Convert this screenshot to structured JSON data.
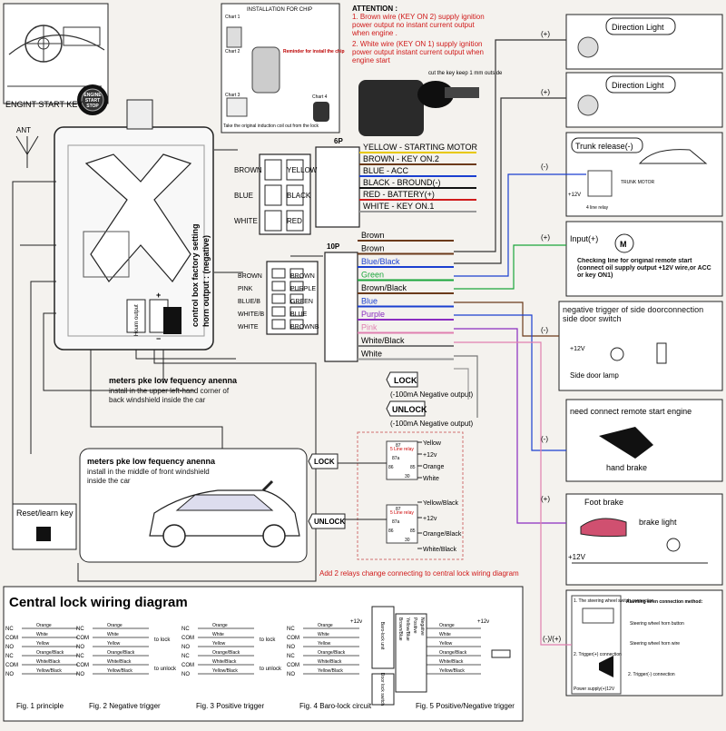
{
  "top_left": {
    "engine_start_key": "ENGINT START KEY",
    "button_line1": "ENGINE",
    "button_line2": "START",
    "button_line3": "STOP",
    "antenna": "ANT"
  },
  "control_box": {
    "factory_line1": "control box factory setting",
    "factory_line2": "horn output : (negative)",
    "horn_output": "Hourn output",
    "plus": "+",
    "minus": "−"
  },
  "chip": {
    "title": "INSTALLATION FOR CHIP",
    "chart1": "Chart 1",
    "chart2": "Chart 2",
    "chart3": "Chart 3",
    "chart4": "Chart 4",
    "reminder": "Reminder for install the chip",
    "note_bottom": "Take the original induction coil out from the lock"
  },
  "attention": {
    "title": "ATTENTION :",
    "n1": "1. Brown wire (KEY ON 2) supply ignition power output no instant current output when engine .",
    "n2": "2. White wire (KEY ON 1) supply ignition power output instant current output when engine start",
    "cut_key": "cut the key keep 1 mm outside"
  },
  "connector6": {
    "label": "6P",
    "left_labels": [
      "BROWN",
      "BLUE",
      "WHITE"
    ],
    "right_labels": [
      "YELLOW",
      "BLACK",
      "RED"
    ],
    "wires": [
      {
        "label": "YELLOW - STARTING MOTOR",
        "color": "#e8c800"
      },
      {
        "label": "BROWN - KEY ON.2",
        "color": "#6b3a1a"
      },
      {
        "label": "BLUE - ACC",
        "color": "#1a3fd0"
      },
      {
        "label": "BLACK - BROUND(-)",
        "color": "#111111"
      },
      {
        "label": "RED - BATTERY(+)",
        "color": "#d01a1a"
      },
      {
        "label": "WHITE - KEY ON.1",
        "color": "#999999"
      }
    ]
  },
  "connector10": {
    "label": "10P",
    "left_labels": [
      "BROWN",
      "PINK",
      "BLUE/B",
      "WHITE/B",
      "WHITE"
    ],
    "right_labels": [
      "BROWN",
      "PURPLE",
      "GREEN",
      "BLUE",
      "BROWNB"
    ],
    "wires": [
      {
        "label": "Brown",
        "color": "#6b3a1a"
      },
      {
        "label": "Brown",
        "color": "#6b3a1a"
      },
      {
        "label": "Blue/Black",
        "color": "#1a3fd0"
      },
      {
        "label": "Green",
        "color": "#1aa53a"
      },
      {
        "label": "Brown/Black",
        "color": "#6b3a1a"
      },
      {
        "label": "Blue",
        "color": "#1a3fd0"
      },
      {
        "label": "Purple",
        "color": "#8a2cc0"
      },
      {
        "label": "Pink",
        "color": "#e080b0"
      },
      {
        "label": "White/Black",
        "color": "#777777"
      },
      {
        "label": "White",
        "color": "#999999"
      }
    ]
  },
  "lock_unlock": {
    "lock": "LOCK",
    "lock_note": "(-100mA Negative output)",
    "unlock": "UNLOCK",
    "unlock_note": "(-100mA Negative output)"
  },
  "antenna_notes": {
    "a1_title": "meters pke low fequency anenna",
    "a1_body": "install in the upper left-hand corner of back windshield inside the car",
    "a2_title": "meters pke low fequency anenna",
    "a2_body": "install in the middle of front windshield inside the car"
  },
  "reset_key": "Reset/learn key",
  "relay_box": {
    "lock": "LOCK",
    "unlock": "UNLOCK",
    "relay_name": "5 Line relay",
    "upper": [
      "87",
      "87a",
      "86",
      "85",
      "30"
    ],
    "upper_out": [
      "Yellow",
      "+12v",
      "Orange",
      "White"
    ],
    "lower_out": [
      "Yellow/Black",
      "+12v",
      "Orange/Black",
      "White/Black"
    ],
    "caption": "Add 2 relays change connecting to central lock wiring diagram"
  },
  "right_panels": {
    "direction1": "Direction Light",
    "direction2": "Direction Light",
    "trunk": "Trunk release(-)",
    "trunk_relay": "4 line relay",
    "trunk_motor": "TRUNK MOTOR",
    "trunk_12v": "+12V",
    "input": "Input(+)",
    "input_note": "Checking line for original remote start (connect oil supply output +12V wire,or ACC or key ON1)",
    "door_title": "negative trigger of side doorconnection side door switch",
    "door_lamp": "Side door lamp",
    "door_12v": "+12V",
    "engine_title": "need connect remote start engine",
    "hand_brake": "hand brake",
    "foot_brake": "Foot brake",
    "brake_light": "brake light",
    "brake_12v": "+12V",
    "plus_sign": "(+)",
    "minus_sign": "(-)",
    "plus_minus": "(-)/(+)"
  },
  "siren": {
    "title": "Alarming siren connection method:",
    "s1": "1. The steering wheel switch connection",
    "s1_btn": "Steering wheel horn button",
    "s1_wire": "Steering wheel horn wire",
    "s2": "2. Trigger(+) connection",
    "s2b": "2. Trigger(-) connection",
    "power": "Power supply(+)12V"
  },
  "central_lock": {
    "title": "Central lock wiring diagram",
    "pins": [
      "NC",
      "COM",
      "NO",
      "NC",
      "COM",
      "NO"
    ],
    "wires": [
      "Orange",
      "White",
      "Yellow",
      "Orange/Black",
      "White/Black",
      "Yellow/Black"
    ],
    "to_lock": "to lock",
    "to_unlock": "to unlock",
    "plus12": "+12v",
    "baro_unit": "Baro-lock unit",
    "baro_switch": "Door lock switch",
    "baro_cols": [
      "Brown/Blue",
      "Yellow/Blue",
      "Positive",
      "Negative"
    ],
    "figs": [
      "Fig. 1 principle",
      "Fig. 2 Negative trigger",
      "Fig. 3 Positive trigger",
      "Fig. 4 Baro-lock circuit",
      "Fig. 5 Positive/Negative trigger"
    ]
  }
}
